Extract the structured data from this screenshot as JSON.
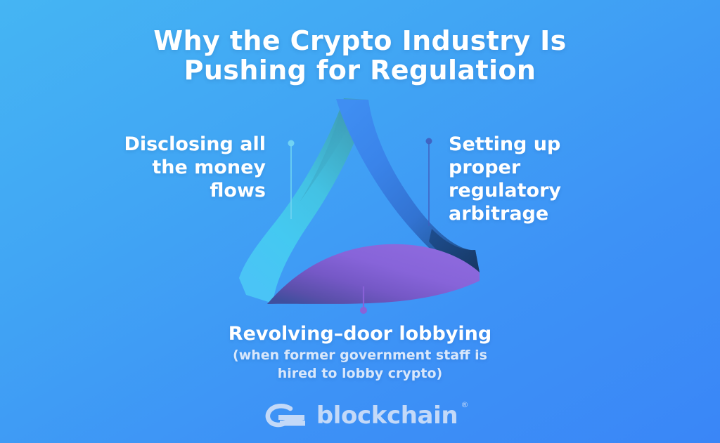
{
  "meta": {
    "background_top": "#45b5f3",
    "background_bottom": "#3a86f7",
    "accent_cyan": "#45c8f0",
    "accent_blue": "#3b82e8",
    "accent_purple": "#8a62d8",
    "text_color": "#ffffff",
    "subtext_color": "#d8e7fb",
    "logo_color": "#c3d9f8"
  },
  "title": {
    "line1": "Why the Crypto Industry Is",
    "line2": "Pushing for Regulation"
  },
  "callouts": {
    "left": {
      "line1": "Disclosing all",
      "line2": "the money",
      "line3": "flows",
      "connector_color": "#6fd4f2"
    },
    "right": {
      "line1": "Setting up",
      "line2": "proper",
      "line3": "regulatory",
      "line4": "arbitrage",
      "connector_color": "#3f5fc0"
    },
    "bottom": {
      "main": "Revolving–door lobbying",
      "sub_line1": "(when former government staff is",
      "sub_line2": "hired to lobby crypto)",
      "connector_color": "#8a62d8"
    }
  },
  "logo": {
    "mark": "ez-monogram-icon",
    "word": "blockchain",
    "registered": "®"
  }
}
